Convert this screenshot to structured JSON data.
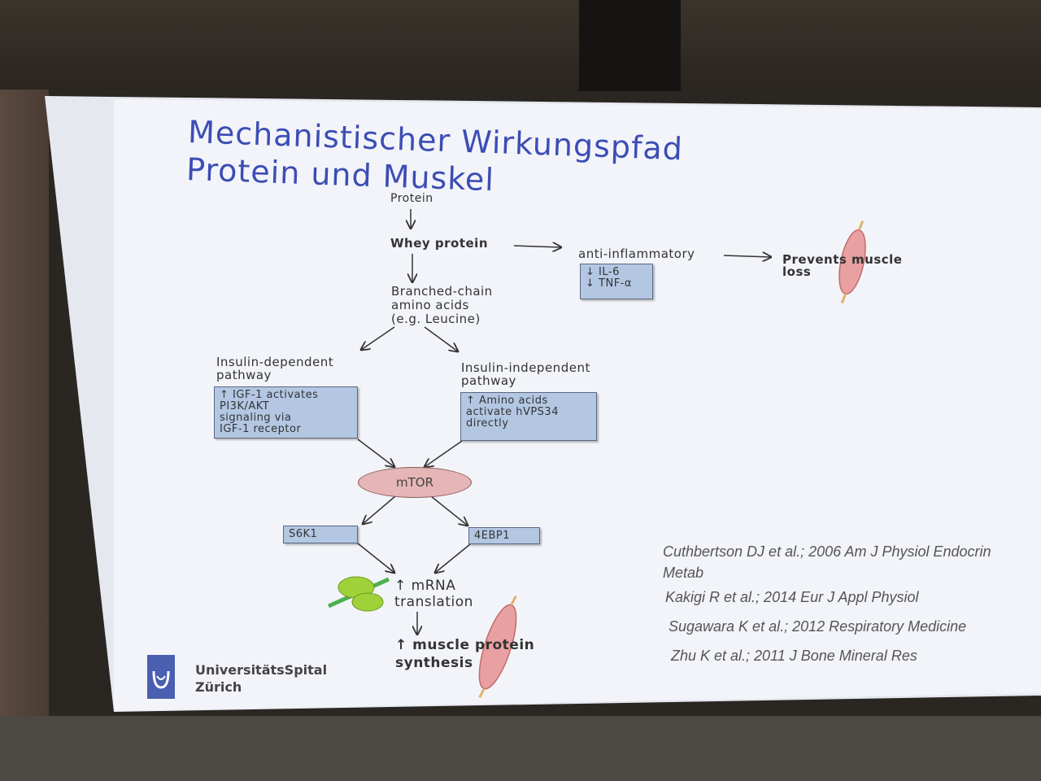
{
  "slide": {
    "title_line1": "Mechanistischer Wirkungspfad",
    "title_line2": "Protein und Muskel"
  },
  "diagram": {
    "protein": "Protein",
    "whey": "Whey protein",
    "anti_inflammatory": "anti-inflammatory",
    "anti_box": [
      "↓ IL-6",
      "↓ TNF-α"
    ],
    "prevents": [
      "Prevents muscle",
      "loss"
    ],
    "bcaa": [
      "Branched-chain",
      "amino acids",
      "(e.g. Leucine)"
    ],
    "insulin_dep": [
      "Insulin-dependent",
      "pathway"
    ],
    "insulin_indep": [
      "Insulin-independent",
      "pathway"
    ],
    "igf_box": [
      "↑ IGF-1 activates",
      "PI3K/AKT",
      "signaling via",
      "IGF-1 receptor"
    ],
    "aa_box": [
      "↑ Amino acids",
      "activate hVPS34",
      "directly"
    ],
    "mtor": "mTOR",
    "s6k1": "S6K1",
    "ebp1": "4EBP1",
    "mrna": [
      "↑  mRNA",
      "translation"
    ],
    "synthesis": [
      "↑  muscle protein",
      "synthesis"
    ]
  },
  "references": [
    "Cuthbertson DJ et al.; 2006 Am J Physiol Endocrin",
    "Metab",
    "Kakigi R et al.; 2014 Eur J Appl Physiol",
    "Sugawara K et al.; 2012 Respiratory Medicine",
    "Zhu K et al.; 2011 J Bone Mineral Res"
  ],
  "logo": [
    "UniversitätsSpital",
    "Zürich"
  ]
}
